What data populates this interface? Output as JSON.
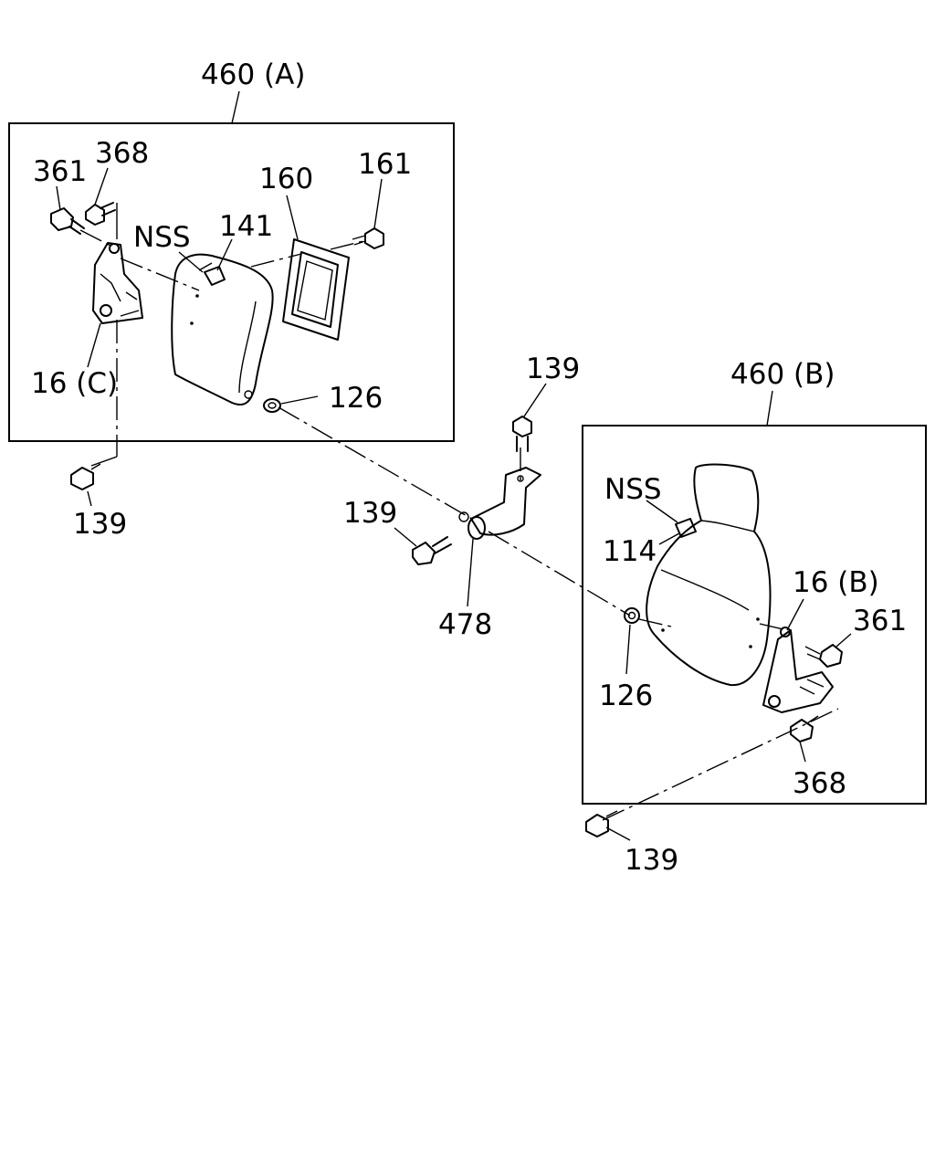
{
  "labels": {
    "group_a": "460 (A)",
    "group_b": "460 (B)",
    "a_361": "361",
    "a_368": "368",
    "a_nss": "NSS",
    "a_141": "141",
    "a_160": "160",
    "a_161": "161",
    "a_16c": "16 (C)",
    "a_126": "126",
    "a_139_below": "139",
    "c_139_top": "139",
    "c_139_left": "139",
    "c_478": "478",
    "b_nss": "NSS",
    "b_114": "114",
    "b_16b": "16 (B)",
    "b_361": "361",
    "b_126": "126",
    "b_368": "368",
    "b_139_below": "139"
  }
}
